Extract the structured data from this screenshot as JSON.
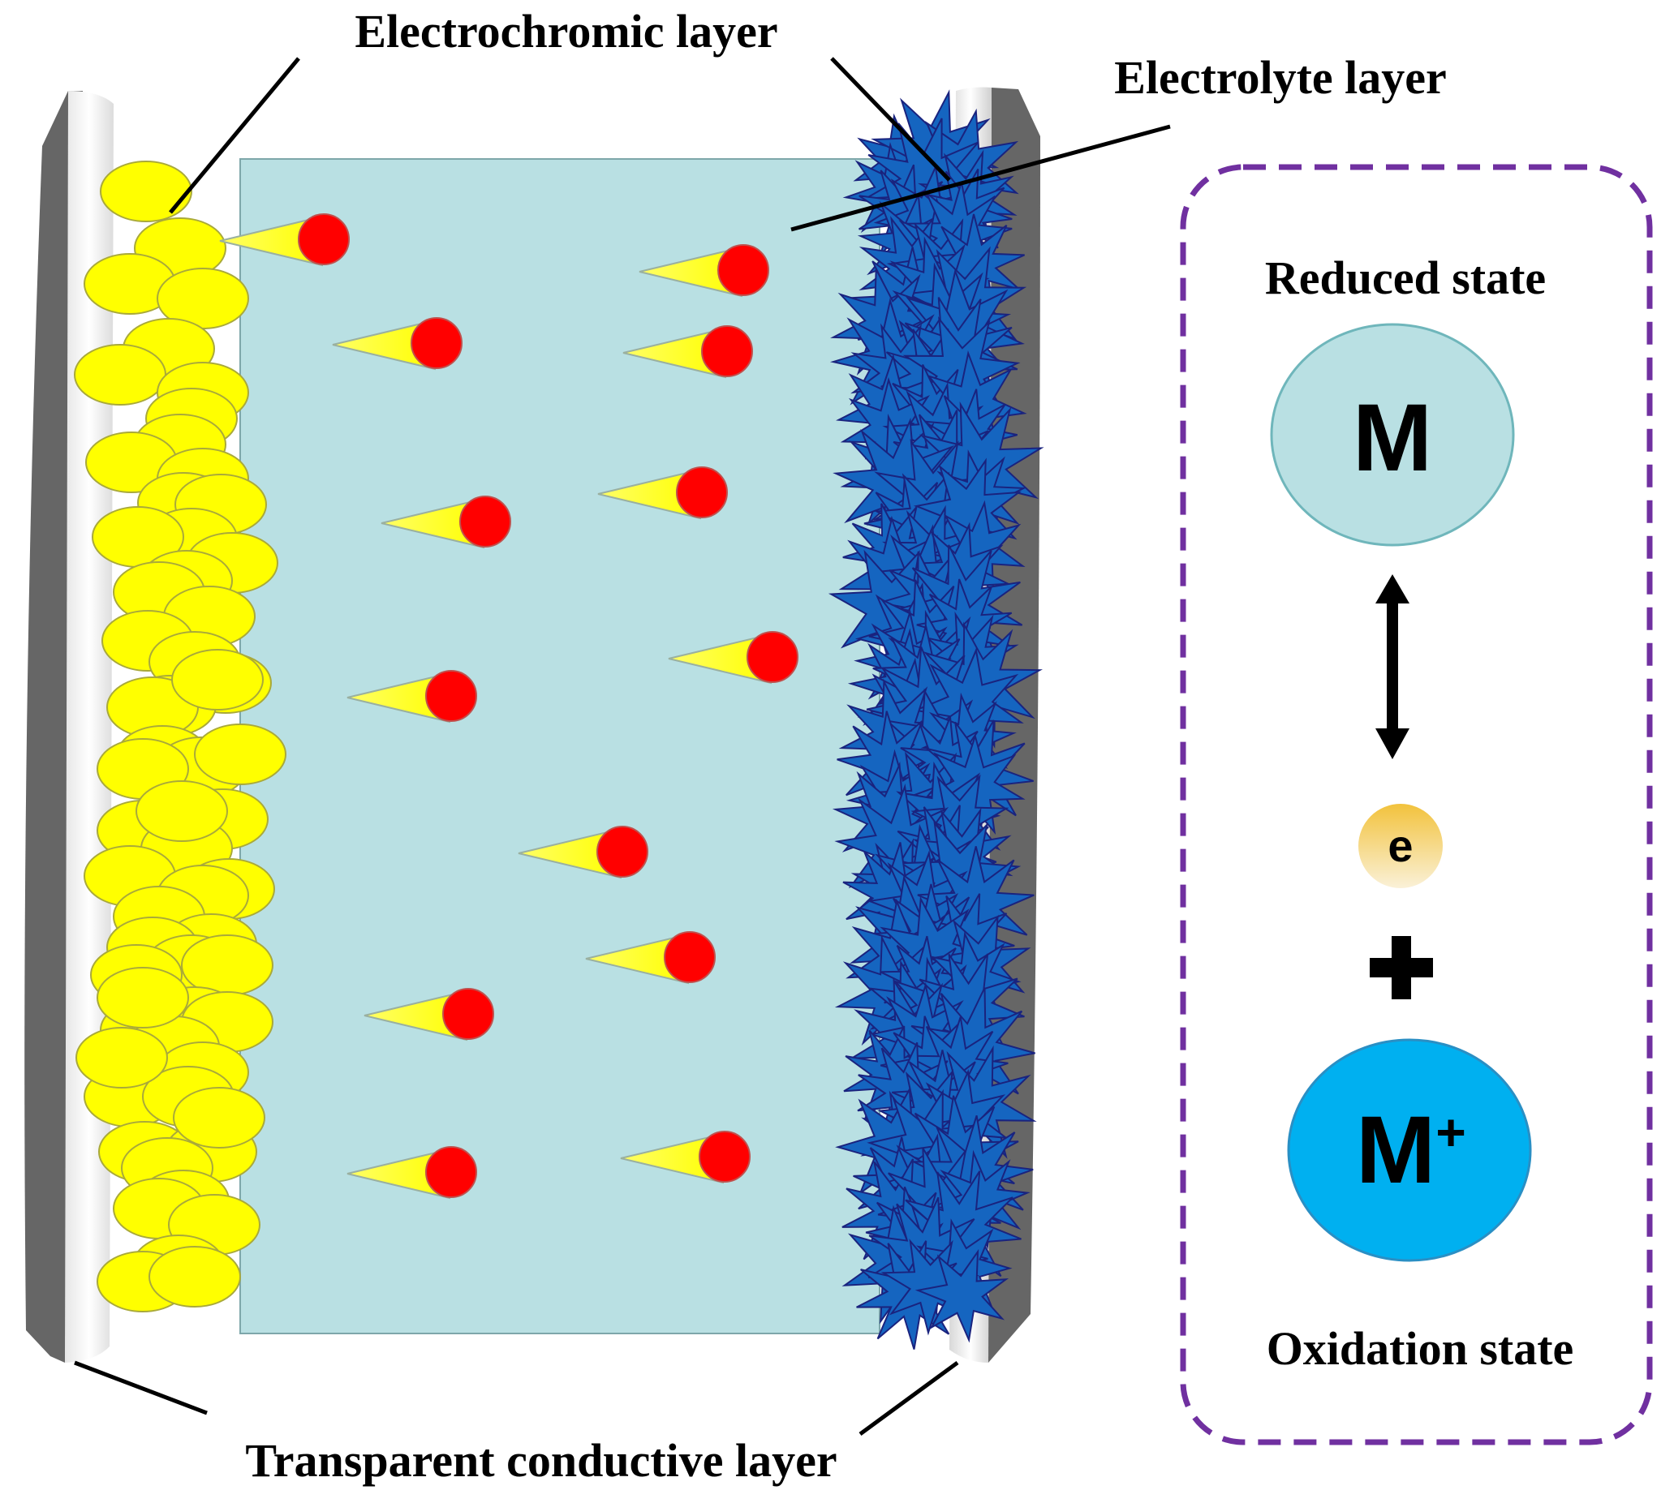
{
  "labels": {
    "electrochromic_layer": "Electrochromic layer",
    "electrolyte_layer": "Electrolyte layer",
    "transparent_conductive_layer": "Transparent conductive layer"
  },
  "legend": {
    "reduced_state_label": "Reduced state",
    "reduced_symbol": "M",
    "electron_symbol": "e",
    "plus_symbol": "+",
    "oxidized_symbol": "M",
    "oxidized_superscript": "+",
    "oxidation_state_label": "Oxidation state"
  },
  "colors": {
    "electrochromic_particles": "#ffff00",
    "electrolyte": "#b9e0e3",
    "ions": "#ff0000",
    "counter_layer": "#1565c0",
    "electrode_dark": "#666666",
    "legend_border": "#7030a0",
    "reduced_circle": "#b9e0e3",
    "oxidized_circle": "#00b0f0"
  }
}
